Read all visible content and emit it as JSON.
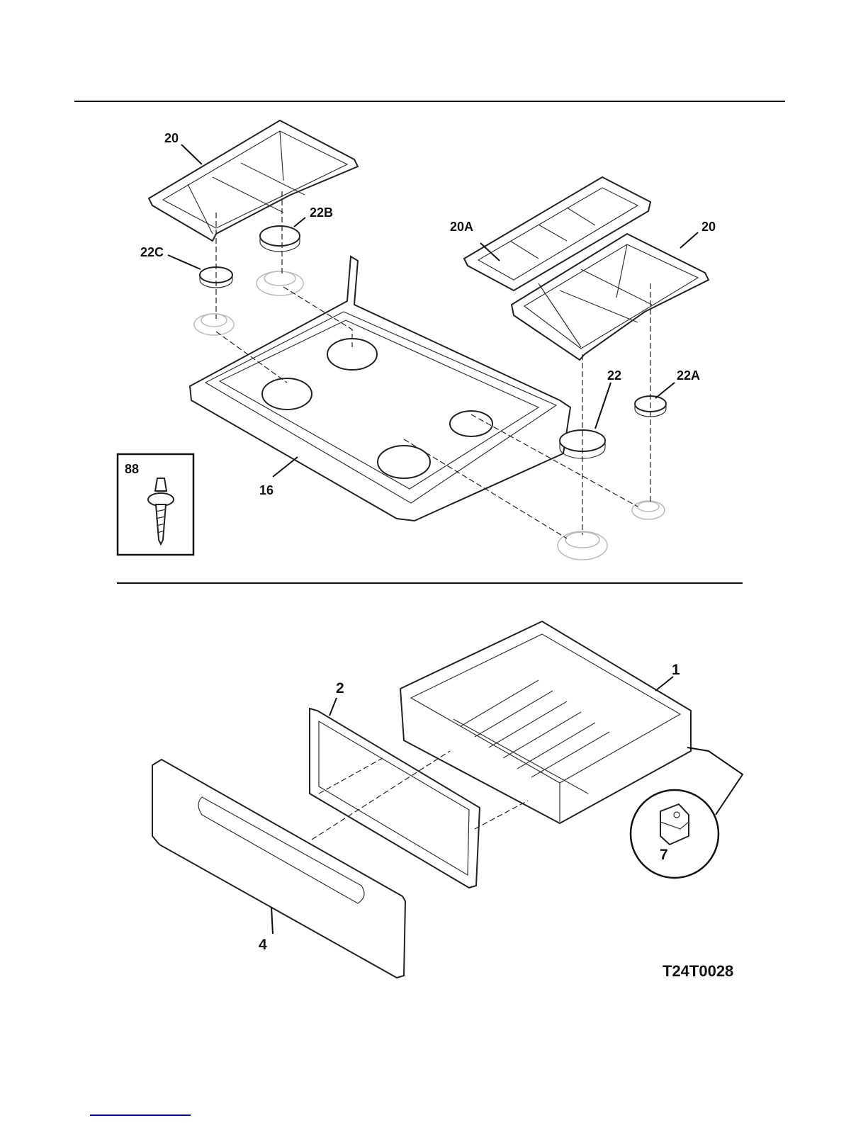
{
  "diagram": {
    "drawing_code": "T24T0028",
    "top_section": {
      "labels": {
        "grate_left": "20",
        "grate_right": "20",
        "grate_center": "20A",
        "cap_22": "22",
        "cap_22a": "22A",
        "cap_22b": "22B",
        "cap_22c": "22C",
        "cooktop": "16",
        "screw_inset": "88"
      }
    },
    "bottom_section": {
      "labels": {
        "drawer_body": "1",
        "drawer_liner": "2",
        "drawer_front": "4",
        "clip_inset": "7"
      }
    }
  }
}
